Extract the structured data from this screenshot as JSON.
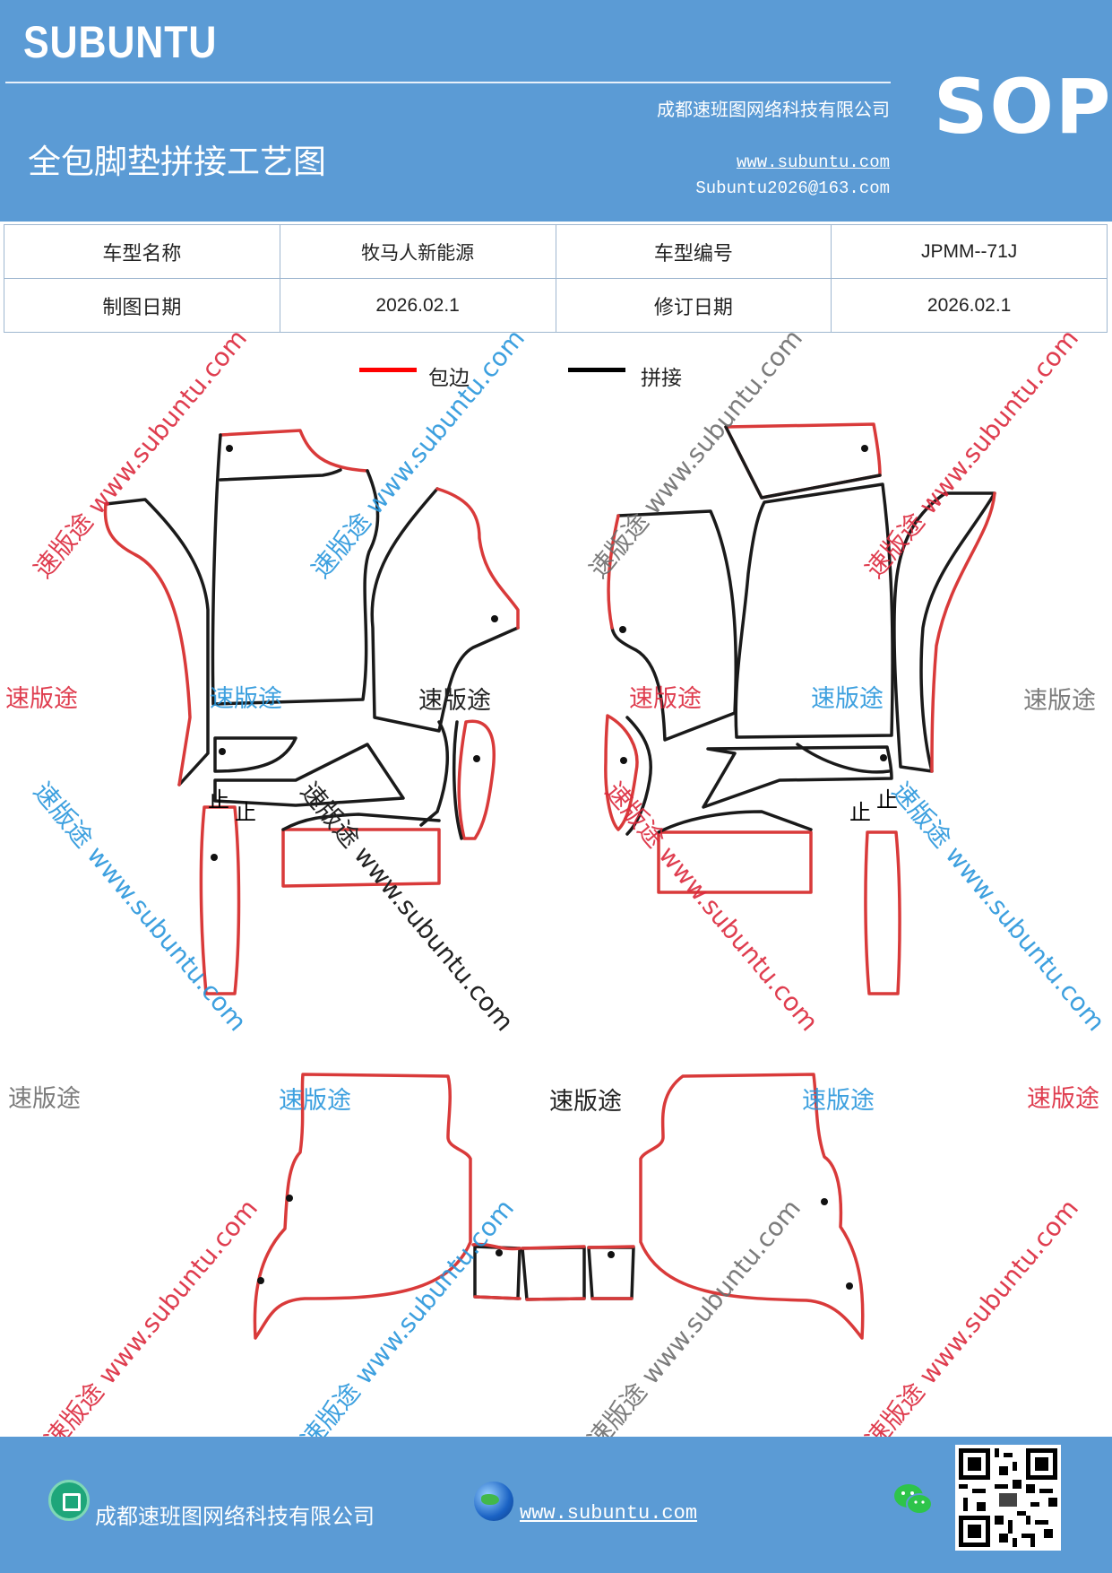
{
  "header": {
    "brand": "SUBUNTU",
    "title": "全包脚垫拼接工艺图",
    "company": "成都速班图网络科技有限公司",
    "url": "www.subuntu.com",
    "email": "Subuntu2026@163.com",
    "badge": "SOP"
  },
  "info_table": {
    "rows": [
      {
        "label1": "车型名称",
        "value1": "牧马人新能源",
        "label2": "车型编号",
        "value2": "JPMM--71J"
      },
      {
        "label1": "制图日期",
        "value1": "2026.02.1",
        "label2": "修订日期",
        "value2": "2026.02.1"
      }
    ]
  },
  "legend": {
    "items": [
      {
        "label": "包边",
        "color": "#ff0000"
      },
      {
        "label": "拼接",
        "color": "#000000"
      }
    ]
  },
  "watermark": {
    "brand_cn": "速版途",
    "diagonal": "速版途 www.subuntu.com"
  },
  "diagram": {
    "mark_label": "止"
  },
  "footer": {
    "company": "成都速班图网络科技有限公司",
    "url": "www.subuntu.com "
  },
  "colors": {
    "header_bg": "#5b9bd5",
    "edge_binding": "#d93a3a",
    "splice": "#1a1a1a"
  }
}
